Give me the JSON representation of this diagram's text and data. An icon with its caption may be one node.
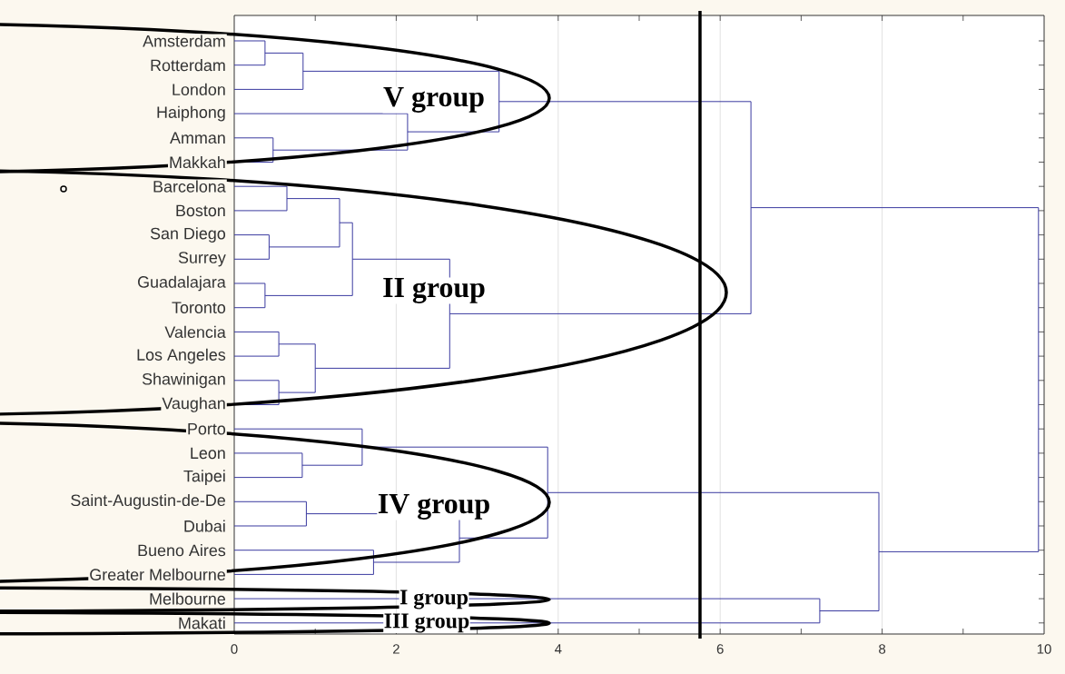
{
  "diagram": {
    "nodes": [
      {
        "text": [
          "V group"
        ]
      },
      {
        "text": [
          "II group"
        ]
      },
      {
        "text": [
          "IV group"
        ]
      },
      {
        "text": [
          "I group"
        ]
      },
      {
        "text": [
          "III group"
        ]
      }
    ],
    "labels": [
      "Amsterdam",
      "Rotterdam",
      "London",
      "Haiphong",
      "Amman",
      "Makkah",
      "Barcelona",
      "Boston",
      "San Diego",
      "Surrey",
      "Guadalajara",
      "Toronto",
      "Valencia",
      "Los Angeles",
      "Shawinigan",
      "Vaughan",
      "Porto",
      "Leon",
      "Taipei",
      "Saint-Augustin-de-De",
      "Dubai",
      "Bueno Aires",
      "Greater Melbourne",
      "Melbourne",
      "Makati",
      "0",
      "2",
      "4",
      "6",
      "8",
      "10"
    ]
  }
}
